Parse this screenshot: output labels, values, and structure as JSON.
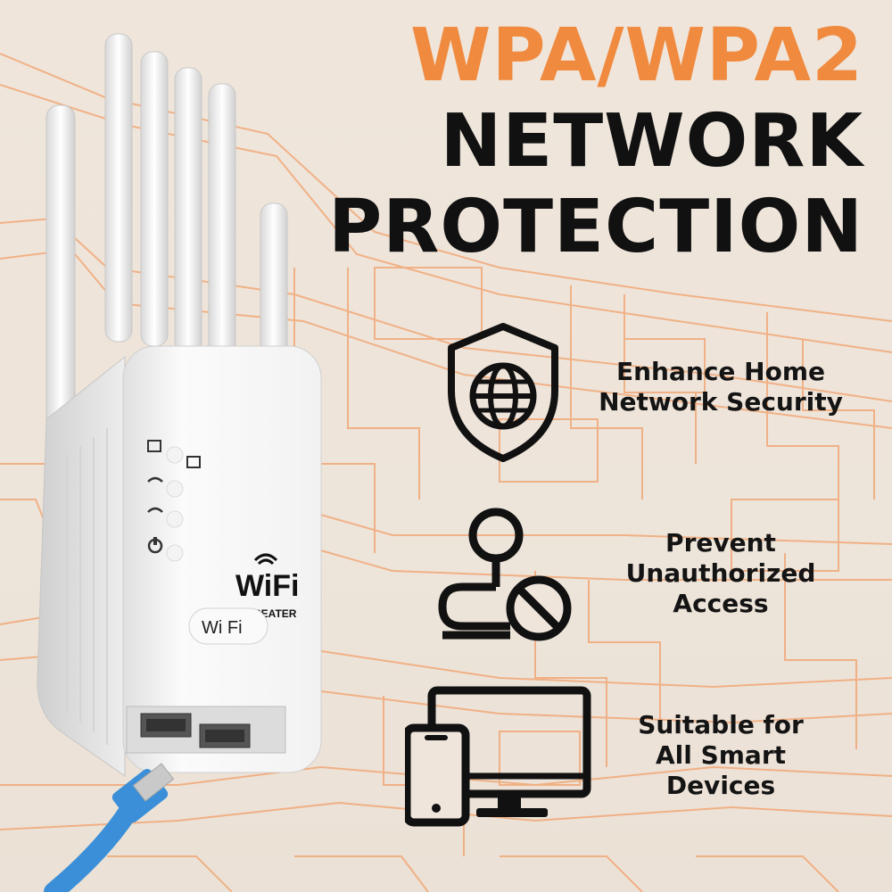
{
  "headline": {
    "line1": "WPA/WPA2",
    "line2": "NETWORK",
    "line3": "PROTECTION"
  },
  "features": [
    {
      "icon": "shield-globe-icon",
      "lines": [
        "Enhance Home",
        "Network Security"
      ]
    },
    {
      "icon": "user-blocked-icon",
      "lines": [
        "Prevent",
        "Unauthorized",
        "Access"
      ]
    },
    {
      "icon": "devices-icon",
      "lines": [
        "Suitable for",
        "All Smart",
        "Devices"
      ]
    }
  ],
  "product": {
    "brand_text": "WiFi",
    "subtitle": "REPEATER",
    "button_text": "Wi Fi"
  },
  "colors": {
    "accent": "#f08a3e",
    "text": "#111111",
    "background": "#efe6dc",
    "cable": "#3a8fd8"
  }
}
